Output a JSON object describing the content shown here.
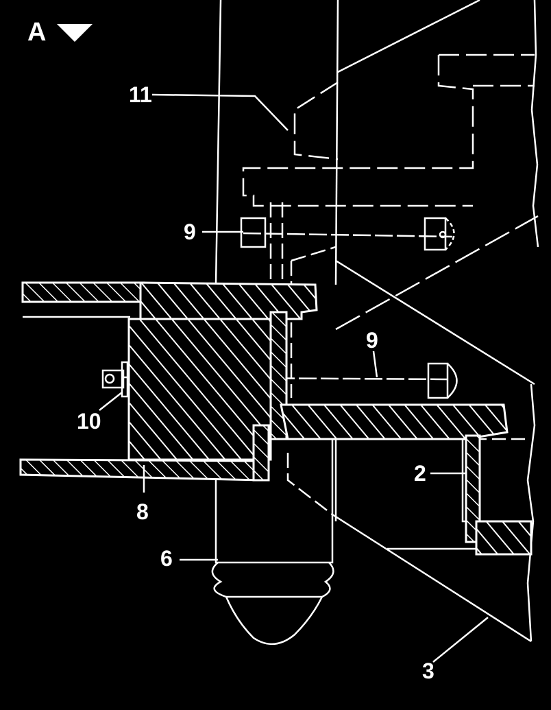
{
  "panel": {
    "letter": "A",
    "marker_icon": "triangle-down-icon"
  },
  "callouts": [
    {
      "id": "callout-11",
      "text": "11"
    },
    {
      "id": "callout-9-upper",
      "text": "9"
    },
    {
      "id": "callout-9-lower",
      "text": "9"
    },
    {
      "id": "callout-10",
      "text": "10"
    },
    {
      "id": "callout-8",
      "text": "8"
    },
    {
      "id": "callout-6",
      "text": "6"
    },
    {
      "id": "callout-2",
      "text": "2"
    },
    {
      "id": "callout-3",
      "text": "3"
    }
  ],
  "colors": {
    "background": "#000000",
    "ink": "#ffffff"
  }
}
